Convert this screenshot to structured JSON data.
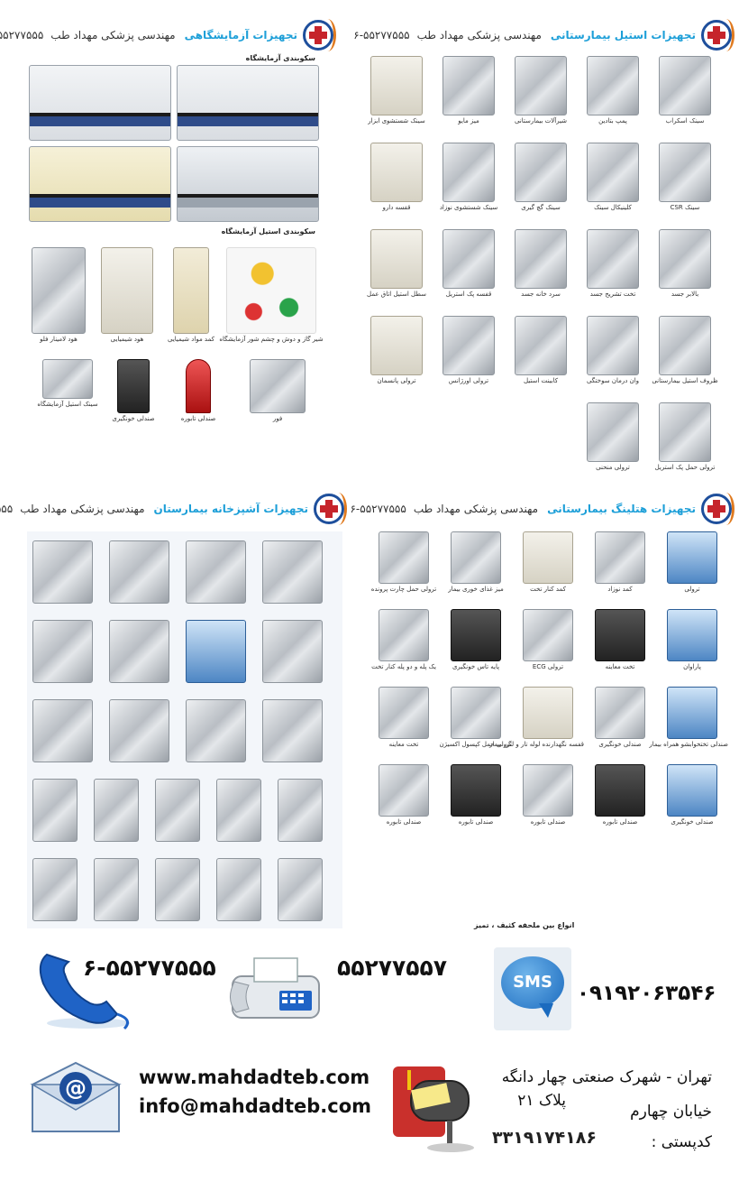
{
  "company": "مهندسی پزشکی مهداد طب",
  "phone_pair": "۶-۵۵۲۷۷۵۵۵",
  "panels": {
    "lab": {
      "category": "تجهیزات آزمایشگاهی",
      "section_top": "سکوبندی آزمایشگاه",
      "section_mid": "سکوبندی استیل آزمایشگاه",
      "items": [
        "هود لامینار فلو",
        "هود شیمیایی",
        "کمد مواد شیمیایی",
        "شیر گاز و دوش و چشم شور آزمایشگاه",
        "سینک استیل آزمایشگاه",
        "صندلی خونگیری",
        "صندلی تابوره",
        "فور"
      ]
    },
    "steel": {
      "category": "تجهیزات استیل بیمارستانی",
      "items": [
        "سینک اسکراب",
        "پمپ بتادین",
        "شیرآلات بیمارستانی",
        "میز مایو",
        "سینک شستشوی ابزار",
        "سینک CSR",
        "کلینیکال سینک",
        "سینک گچ گیری",
        "سینک شستشوی نوزاد",
        "قفسه دارو",
        "بالابر جسد",
        "تخت تشریح جسد",
        "سرد خانه جسد",
        "قفسه پک استریل",
        "سطل استیل اتاق عمل",
        "ظروف استیل بیمارستانی",
        "وان درمان سوختگی",
        "کابینت استیل",
        "ترولی اورژانس",
        "ترولی پانسمان",
        "ترولی حمل پک استریل",
        "ترولی منحنی"
      ]
    },
    "kitchen": {
      "category": "تجهیزات آشپزخانه بیمارستان"
    },
    "nursing": {
      "category": "تجهیزات هتلینگ بیمارستانی",
      "items": [
        "ترولی",
        "کمد نوزاد",
        "کمد کنار تخت",
        "میز غذای خوری بیمار",
        "ترولی حمل چارت پرونده",
        "پاراوان",
        "تخت معاینه",
        "ترولی ECG",
        "پایه تاس خونگیری",
        "یک پله و دو پله کنار تخت",
        "صندلی تختخوابشو همراه بیمار",
        "صندلی خونگیری",
        "قفسه نگهدارنده لوله تار و لگن بیمار",
        "ترولی حمل کپسول اکسیژن",
        "تخت معاینه",
        "صندلی خونگیری",
        "صندلی تابوره",
        "صندلی تابوره",
        "صندلی تابوره",
        "صندلی تابوره"
      ],
      "bottom_note": "انواع بین ملحفه کثیف ، تمیز"
    }
  },
  "contacts": {
    "phone": "۶-۵۵۲۷۷۵۵۵",
    "fax": "۵۵۲۷۷۵۵۷",
    "sms_badge": "SMS",
    "mobile": "۰۹۱۹۲۰۶۳۵۴۶",
    "website": "www.mahdadteb.com",
    "email": "info@mahdadteb.com",
    "email_icon": "@",
    "address_line1": "تهران - شهرک صنعتی چهار دانگه",
    "address_line2": "پلاک ۲۱",
    "address_line3": "خیابان چهارم",
    "postal_code_label": "کدپستی :",
    "postal_code": "۳۳۱۹۱۷۴۱۸۶"
  },
  "colors": {
    "brand_blue": "#1e4f9c",
    "brand_red": "#c6242b",
    "category_cyan": "#1d9fd8"
  }
}
